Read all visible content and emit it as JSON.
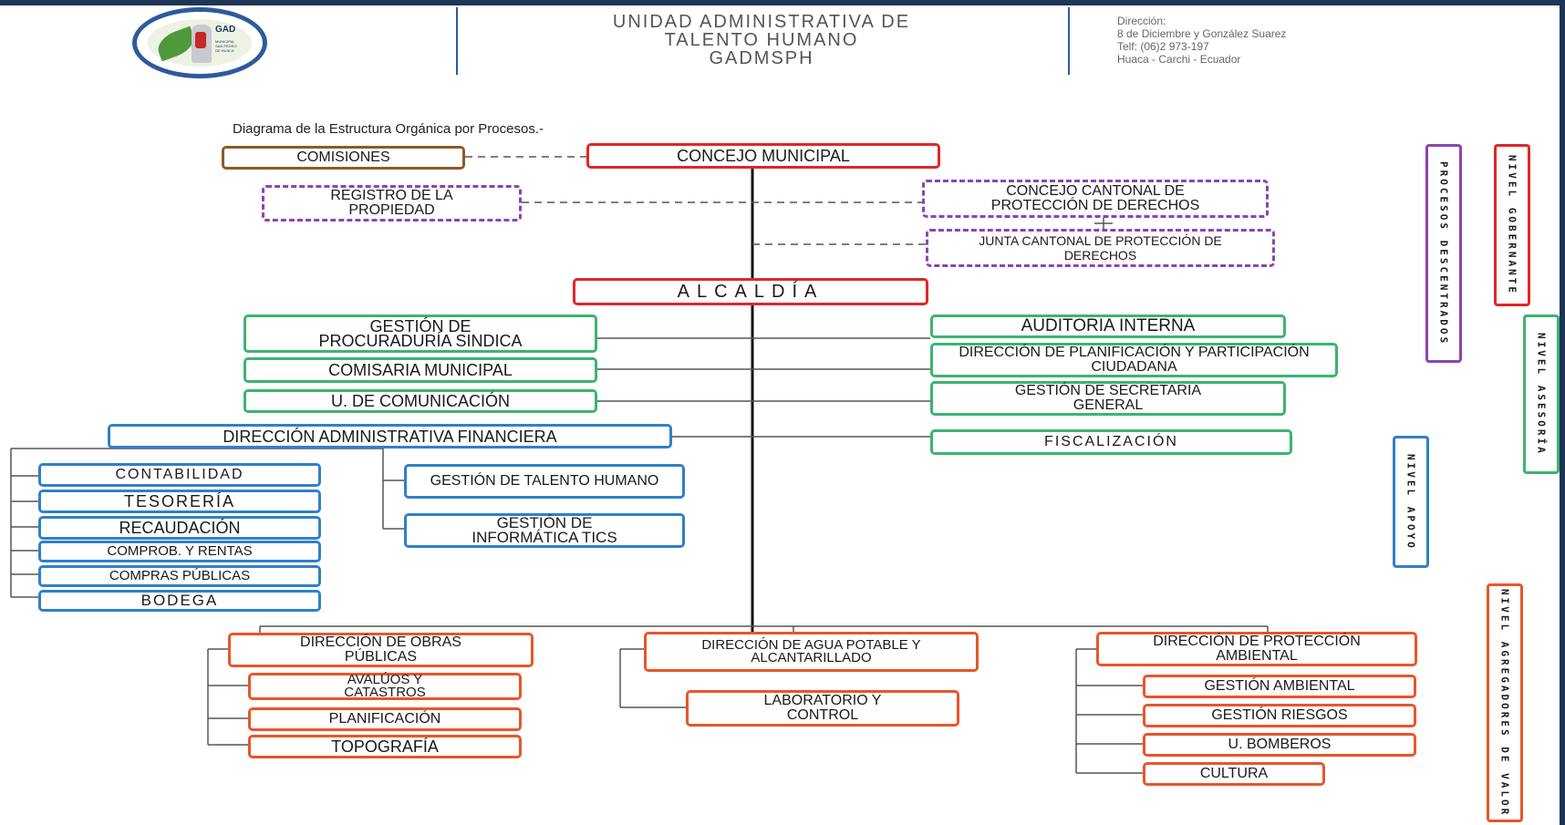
{
  "header": {
    "logo_text": "GAD",
    "logo_subtext": "MUNICIPAL SAN PEDRO DE HUACA",
    "title_line1": "UNIDAD ADMINISTRATIVA DE",
    "title_line2": "TALENTO HUMANO",
    "title_line3": "GADMSPH",
    "contact_line1": "Dirección:",
    "contact_line2": "8 de Diciembre y González Suarez",
    "contact_line3": "Telf: (06)2 973-197",
    "contact_line4": "Huaca - Carchi - Ecuador"
  },
  "subtitle": "Diagrama de la Estructura Orgánica por Procesos.-",
  "nodes": {
    "comisiones": "COMISIONES",
    "concejo": "CONCEJO MUNICIPAL",
    "registro": "REGISTRO DE LA PROPIEDAD",
    "concejo_cantonal": "CONCEJO CANTONAL DE PROTECCIÓN DE DERECHOS",
    "junta_cantonal": "JUNTA CANTONAL DE PROTECCIÓN DE DERECHOS",
    "alcaldia": "ALCALDÍA",
    "procuraduria": "GESTIÓN DE PROCURADURÍA SINDICA",
    "comisaria": "COMISARIA MUNICIPAL",
    "comunicacion": "U.  DE COMUNICACIÓN",
    "auditoria": "AUDITORIA INTERNA",
    "planificacion": "DIRECCIÓN DE PLANIFICACIÓN Y PARTICIPACIÓN CIUDADANA",
    "secretaria": "GESTIÓN DE SECRETARIA GENERAL",
    "financiera": "DIRECCIÓN ADMINISTRATIVA FINANCIERA",
    "fiscalizacion": "FISCALIZACIÓN",
    "contabilidad": "CONTABILIDAD",
    "tesoreria": "TESORERÍA",
    "recaudacion": "RECAUDACIÓN",
    "comprob": "COMPROB. Y RENTAS",
    "compras": "COMPRAS PÚBLICAS",
    "bodega": "BODEGA",
    "talento": "GESTIÓN DE TALENTO HUMANO",
    "tics": "GESTIÓN DE INFORMÁTICA TICS",
    "obras": "DIRECCIÓN DE OBRAS PÚBLICAS",
    "avaluos": "AVALÚOS Y CATASTROS",
    "planif2": "PLANIFICACIÓN",
    "topografia": "TOPOGRAFÍA",
    "agua": "DIRECCIÓN DE AGUA POTABLE Y ALCANTARILLADO",
    "laboratorio": "LABORATORIO Y CONTROL",
    "ambiental_dir": "DIRECCIÓN DE PROTECCIÓN AMBIENTAL",
    "ambiental": "GESTIÓN AMBIENTAL",
    "riesgos": "GESTIÓN RIESGOS",
    "bomberos": "U. BOMBEROS",
    "cultura": "CULTURA"
  },
  "levels": {
    "desconcentrados": "PROCESOS DESCENTRADOS",
    "gobernante": "NIVEL GOBERNANTE",
    "asesoria": "NIVEL ASESORÍA",
    "apoyo": "NIVEL APOYO",
    "agregadores": "NIVEL AGREGADORES DE VALOR"
  },
  "colors": {
    "gobernante": "#e0262a",
    "desconcentrados": "#8e44ad",
    "asesoria": "#3cb371",
    "apoyo": "#2f80c9",
    "agregadores": "#e8562a",
    "comisiones": "#8b5a2b"
  }
}
